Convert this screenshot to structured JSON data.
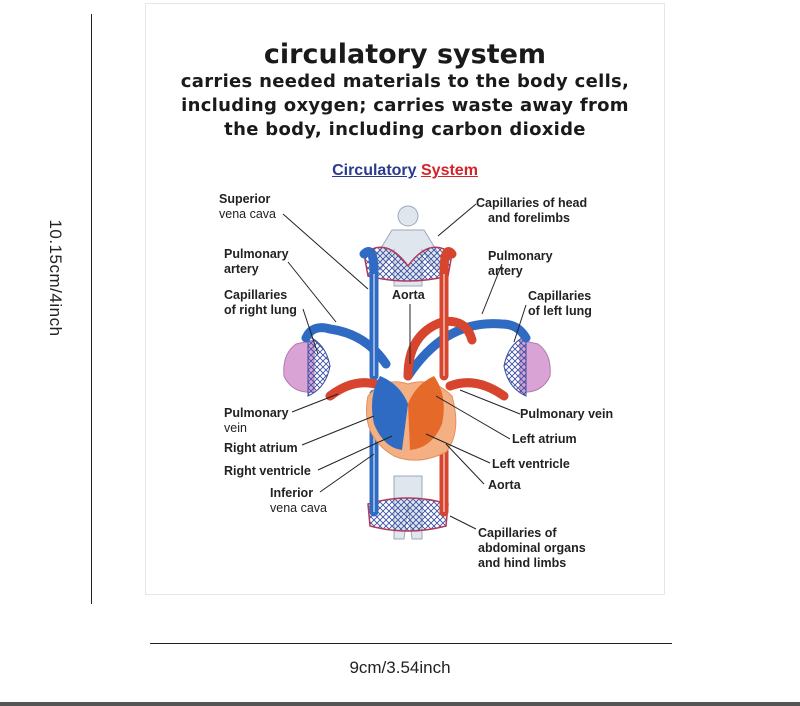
{
  "dimensions": {
    "height_label": "10.15cm/4inch",
    "width_label": "9cm/3.54inch"
  },
  "header": {
    "title": "circulatory system",
    "subtitle_lines": [
      "carries needed materials to the body cells,",
      "including oxygen; carries waste away from",
      "the body, including carbon dioxide"
    ]
  },
  "diagram": {
    "title_word1": "Circulatory",
    "title_word2": "System",
    "labels": {
      "superior_vena_cava": [
        "Superior",
        "vena cava"
      ],
      "pulmonary_artery_right": [
        "Pulmonary",
        "artery"
      ],
      "capillaries_right_lung": [
        "Capillaries",
        "of right lung"
      ],
      "pulmonary_vein_right": [
        "Pulmonary",
        "vein"
      ],
      "right_atrium": "Right atrium",
      "right_ventricle": "Right ventricle",
      "inferior_vena_cava": [
        "Inferior",
        "vena cava"
      ],
      "capillaries_head": [
        "Capillaries of head",
        "and forelimbs"
      ],
      "pulmonary_artery_left": [
        "Pulmonary",
        "artery"
      ],
      "aorta_top": "Aorta",
      "capillaries_left_lung": [
        "Capillaries",
        "of left lung"
      ],
      "pulmonary_vein_left": "Pulmonary vein",
      "left_atrium": "Left atrium",
      "left_ventricle": "Left ventricle",
      "aorta_bottom": "Aorta",
      "capillaries_abdominal": [
        "Capillaries of",
        "abdominal organs",
        "and hind limbs"
      ]
    },
    "colors": {
      "oxygenated": "#d8452e",
      "deoxygenated": "#2f6bc2",
      "heart": "#f4b083",
      "lung": "#d9a3d6",
      "body": "#dfe6ee"
    }
  }
}
